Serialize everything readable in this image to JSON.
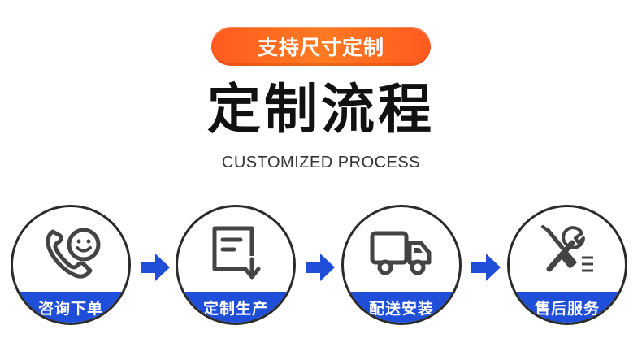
{
  "badge": {
    "label": "支持尺寸定制"
  },
  "title": "定制流程",
  "subtitle": "CUSTOMIZED PROCESS",
  "steps": [
    {
      "label": "咨询下单",
      "icon": "phone-smile-icon"
    },
    {
      "label": "定制生产",
      "icon": "document-download-icon"
    },
    {
      "label": "配送安装",
      "icon": "truck-icon"
    },
    {
      "label": "售后服务",
      "icon": "wrench-screwdriver-icon"
    }
  ],
  "colors": {
    "badge": "#ff6a21",
    "band": "#1f4fd8",
    "arrow": "#1f4fd8",
    "icon": "#444444",
    "title": "#111111"
  }
}
